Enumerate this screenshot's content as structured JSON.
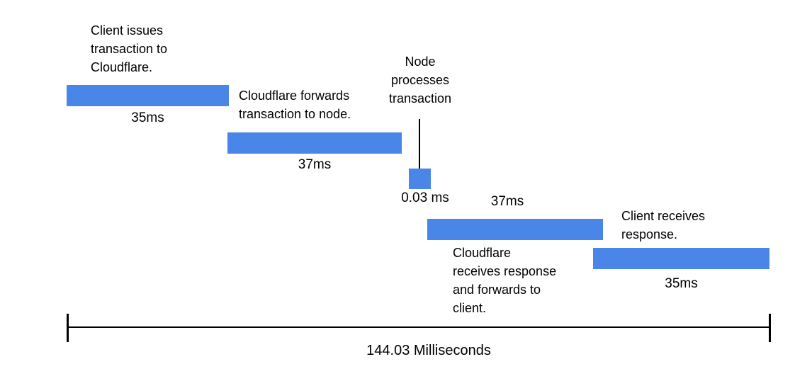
{
  "diagram": {
    "bar_color": "#4a86e8",
    "line_color": "#000000",
    "total": {
      "label": "144.03 Milliseconds",
      "value_ms": 144.03
    },
    "segments": [
      {
        "label": "Client issues\ntransaction to\nCloudflare.",
        "duration": "35ms",
        "value_ms": 35
      },
      {
        "label": "Cloudflare forwards\ntransaction to node.",
        "duration": "37ms",
        "value_ms": 37
      },
      {
        "label": "Node\nprocesses\ntransaction",
        "duration": "0.03 ms",
        "value_ms": 0.03
      },
      {
        "label": "Cloudflare\nreceives response\nand forwards to\nclient.",
        "duration": "37ms",
        "value_ms": 37
      },
      {
        "label": "Client receives\nresponse.",
        "duration": "35ms",
        "value_ms": 35
      }
    ]
  }
}
